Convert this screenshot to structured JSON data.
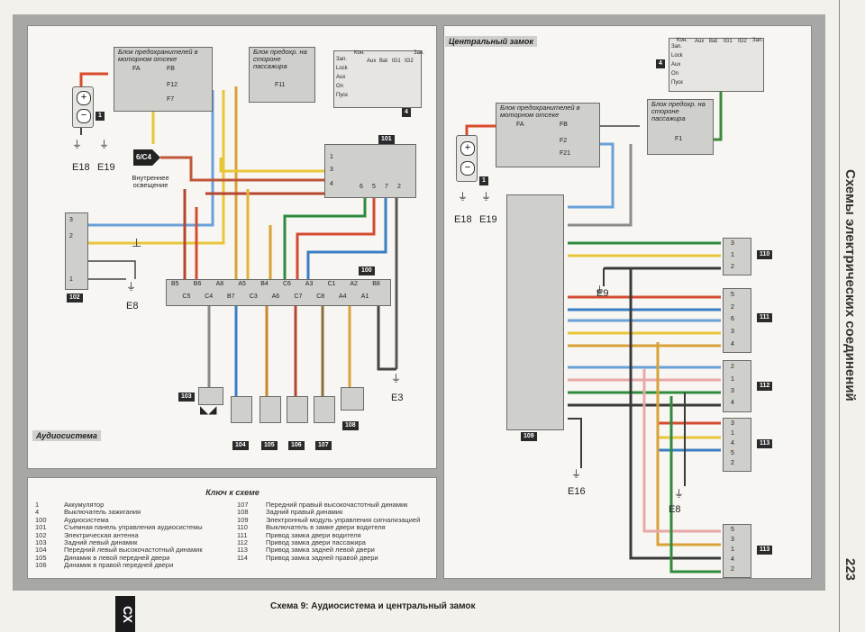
{
  "left": {
    "fuse_block_engine": "Блок предохранителей в моторном отсеке",
    "fuse_block_passenger": "Блок предохр. на стороне пассажира",
    "fuses": [
      "FA",
      "FB",
      "F12",
      "F7",
      "F11"
    ],
    "switch_rows": [
      "Зап.",
      "Lock",
      "Aux",
      "On",
      "Пуск"
    ],
    "switch_cols": [
      "Кон.",
      "Aux",
      "Bat",
      "IG1",
      "IG2",
      "Зап."
    ],
    "connector": "6/C4",
    "interior_light": "Внутреннее освещение",
    "grounds": [
      "E18",
      "E19",
      "E8",
      "E3"
    ],
    "unit_pins": [
      "B5",
      "C5",
      "B6",
      "C4",
      "A8",
      "B7",
      "A5",
      "C3",
      "B4",
      "A6",
      "C6",
      "C7",
      "A3",
      "C8",
      "C1",
      "A4",
      "A2",
      "A1",
      "B8"
    ],
    "module_101_pins": [
      "1",
      "3",
      "4",
      "6",
      "5",
      "7",
      "2"
    ],
    "antenna_pins": [
      "3",
      "2",
      "1"
    ],
    "section_title": "Аудиосистема",
    "tags": [
      "1",
      "4",
      "101",
      "100",
      "102",
      "103",
      "104",
      "105",
      "106",
      "107",
      "108"
    ]
  },
  "right": {
    "section_title": "Центральный замок",
    "fuse_block_engine": "Блок предохранителей в моторном отсеке",
    "fuse_block_passenger": "Блок предохр. на стороне пассажира",
    "fuses": [
      "FA",
      "FB",
      "F2",
      "F21",
      "F1"
    ],
    "switch_rows": [
      "Зап.",
      "Lock",
      "Aux",
      "On",
      "Пуск"
    ],
    "switch_cols": [
      "Кон.",
      "Aux",
      "Bat",
      "IG1",
      "IG2",
      "Зап."
    ],
    "grounds": [
      "E18",
      "E19",
      "E9",
      "E16",
      "E8"
    ],
    "tags": [
      "1",
      "4",
      "109",
      "110",
      "111",
      "112",
      "113",
      "113"
    ],
    "conn_110": [
      "3",
      "1",
      "2"
    ],
    "conn_111": [
      "5",
      "2",
      "6",
      "3",
      "4"
    ],
    "conn_112": [
      "2",
      "1",
      "3",
      "4"
    ],
    "conn_113a": [
      "3",
      "1",
      "4",
      "5",
      "2"
    ],
    "conn_113b": [
      "5",
      "3",
      "1",
      "4",
      "2"
    ]
  },
  "key": {
    "title": "Ключ к схеме",
    "col1": [
      {
        "n": "1",
        "t": "Аккумулятор"
      },
      {
        "n": "4",
        "t": "Выключатель зажигания"
      },
      {
        "n": "100",
        "t": "Аудиосистема"
      },
      {
        "n": "101",
        "t": "Съемная панель управления аудиосистемы"
      },
      {
        "n": "102",
        "t": "Электрическая антенна"
      },
      {
        "n": "103",
        "t": "Задний левый динамик"
      },
      {
        "n": "104",
        "t": "Передний левый высокочастотный динамик"
      },
      {
        "n": "105",
        "t": "Динамик в левой передней двери"
      },
      {
        "n": "106",
        "t": "Динамик в правой передней двери"
      }
    ],
    "col2": [
      {
        "n": "107",
        "t": "Передний правый высокочастотный динамик"
      },
      {
        "n": "108",
        "t": "Задний правый динамик"
      },
      {
        "n": "109",
        "t": "Электронный модуль управления сигнализацией"
      },
      {
        "n": "110",
        "t": "Выключатель в замке двери водителя"
      },
      {
        "n": "111",
        "t": "Привод замка двери водителя"
      },
      {
        "n": "112",
        "t": "Привод замка двери пассажира"
      },
      {
        "n": "113",
        "t": "Привод замка задней левой двери"
      },
      {
        "n": "114",
        "t": "Привод замка задней правой двери"
      }
    ]
  },
  "caption": "Схема 9: Аудиосистема и центральный замок",
  "side_title": "Схемы электрических соединений",
  "page_number": "223",
  "tab_text": "СХ"
}
